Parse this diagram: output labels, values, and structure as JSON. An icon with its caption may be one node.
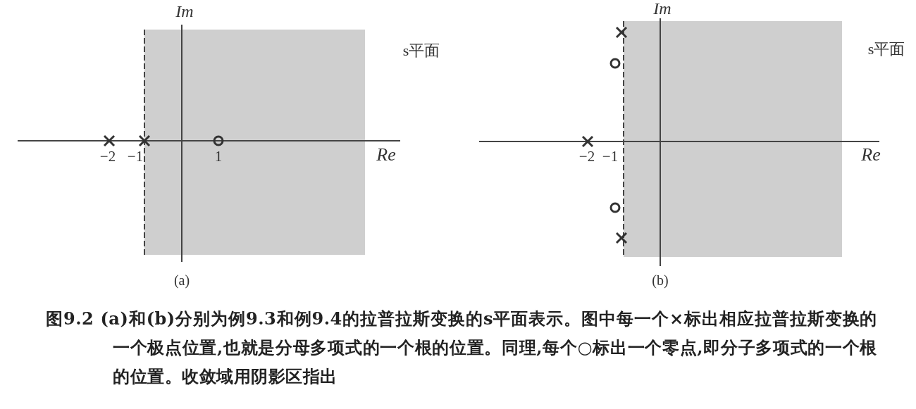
{
  "diagram": {
    "caption": "图9.2 (a)和(b)分别为例9.3和例9.4的拉普拉斯变换的s平面表示。图中每一个×标出相应拉普拉斯变换的一个极点位置,也就是分母多项式的一个根的位置。同理,每个○标出一个零点,即分子多项式的一个根的位置。收敛域用阴影区指出",
    "labels": [
      "Im",
      "s平面",
      "−2",
      "−1",
      "1",
      "Re",
      "(a)",
      "Im",
      "s平面",
      "−2",
      "−1",
      "Re",
      "(b)"
    ]
  }
}
